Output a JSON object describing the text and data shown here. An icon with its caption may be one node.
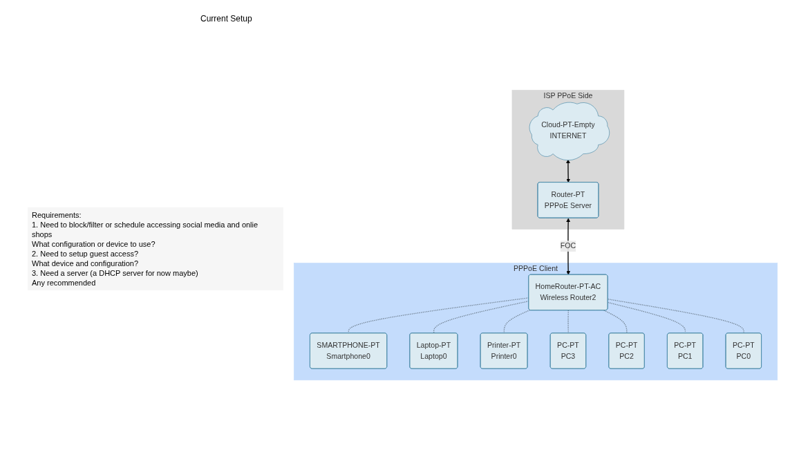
{
  "diagram": {
    "title": "Current Setup",
    "nodes": [
      {
        "text": [
          "ISP PPoE Side"
        ]
      },
      {
        "text": [
          "Cloud-PT-Empty",
          "INTERNET"
        ],
        "in": 0
      },
      {
        "text": [
          "Router-PT",
          "PPPoE Server"
        ],
        "in": 0
      },
      {
        "text": [
          "PPPoE Client"
        ]
      },
      {
        "text": [
          "HomeRouter-PT-AC",
          "Wireless Router2"
        ],
        "in": 3
      },
      {
        "text": [
          "SMARTPHONE-PT",
          "Smartphone0"
        ],
        "in": 3
      },
      {
        "text": [
          "Laptop-PT",
          "Laptop0"
        ],
        "in": 3
      },
      {
        "text": [
          "Printer-PT",
          "Printer0"
        ],
        "in": 3
      },
      {
        "text": [
          "PC-PT",
          "PC3"
        ],
        "in": 3
      },
      {
        "text": [
          "PC-PT",
          "PC2"
        ],
        "in": 3
      },
      {
        "text": [
          "PC-PT",
          "PC1"
        ],
        "in": 3
      },
      {
        "text": [
          "PC-PT",
          "PC0"
        ],
        "in": 3
      }
    ],
    "edges": [
      {
        "from": 1,
        "to": 2,
        "arrow": "both",
        "color": "#000000"
      },
      {
        "from": 2,
        "to": 4,
        "arrow": "both",
        "label": "FOC",
        "color": "#000000"
      },
      {
        "from": 4,
        "to": 5,
        "arrow": "none",
        "style": "dashed"
      },
      {
        "from": 4,
        "to": 6,
        "arrow": "none",
        "style": "dashed"
      },
      {
        "from": 4,
        "to": 7,
        "arrow": "none",
        "style": "dashed"
      },
      {
        "from": 4,
        "to": 8,
        "arrow": "none",
        "style": "dashed"
      },
      {
        "from": 4,
        "to": 9,
        "arrow": "none",
        "style": "dashed"
      },
      {
        "from": 4,
        "to": 10,
        "arrow": "none",
        "style": "dashed"
      },
      {
        "from": 4,
        "to": 11,
        "arrow": "none",
        "style": "dashed"
      }
    ],
    "labels": [
      "Requirements:",
      "1. Need to block/filter or schedule accessing social media and onlie shops",
      "What configuration or device to use?",
      "2. Need to setup guest access?",
      "What device and configuration?",
      "3. Need a server (a DHCP server for now maybe)",
      "Any recommended"
    ]
  }
}
